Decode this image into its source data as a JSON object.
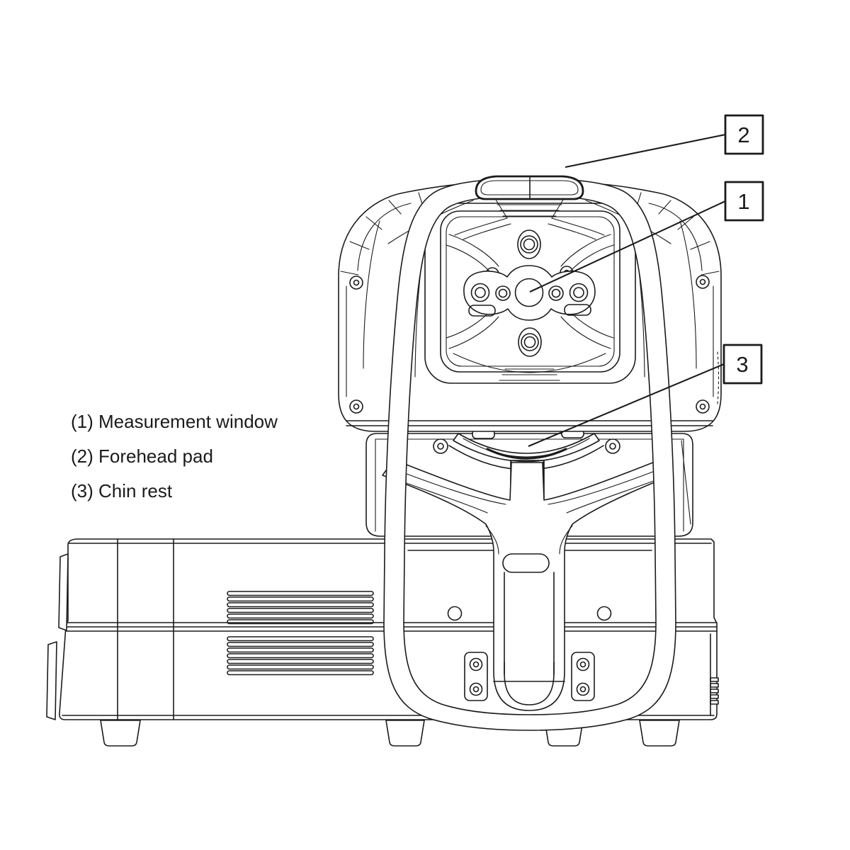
{
  "figure": {
    "background": "#ffffff",
    "line_color": "#1b1b1b",
    "description": "Front-view technical line drawing of a tabletop ophthalmic instrument with numbered part callouts"
  },
  "legend": {
    "items": [
      {
        "label": "(1) Measurement window"
      },
      {
        "label": "(2) Forehead pad"
      },
      {
        "label": "(3) Chin rest"
      }
    ]
  },
  "callouts": [
    {
      "number": "2",
      "target": "forehead-pad"
    },
    {
      "number": "1",
      "target": "measurement-window"
    },
    {
      "number": "3",
      "target": "chin-rest"
    }
  ]
}
